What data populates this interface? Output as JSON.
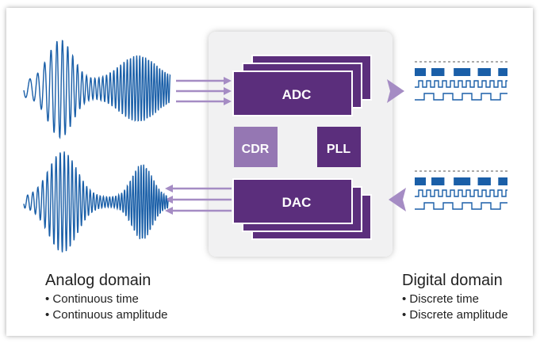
{
  "blocks": {
    "adc": "ADC",
    "dac": "DAC",
    "cdr": "CDR",
    "pll": "PLL"
  },
  "analog": {
    "title": "Analog domain",
    "bullets": [
      "Continuous time",
      "Continuous amplitude"
    ]
  },
  "digital": {
    "title": "Digital domain",
    "bullets": [
      "Discrete time",
      "Discrete amplitude"
    ]
  },
  "colors": {
    "chip_dark": "#5b2e7c",
    "chip_light": "#9577b3",
    "arrow": "#a58cc4",
    "waveform": "#1a5fa8",
    "panel": "#f1f1f2"
  }
}
